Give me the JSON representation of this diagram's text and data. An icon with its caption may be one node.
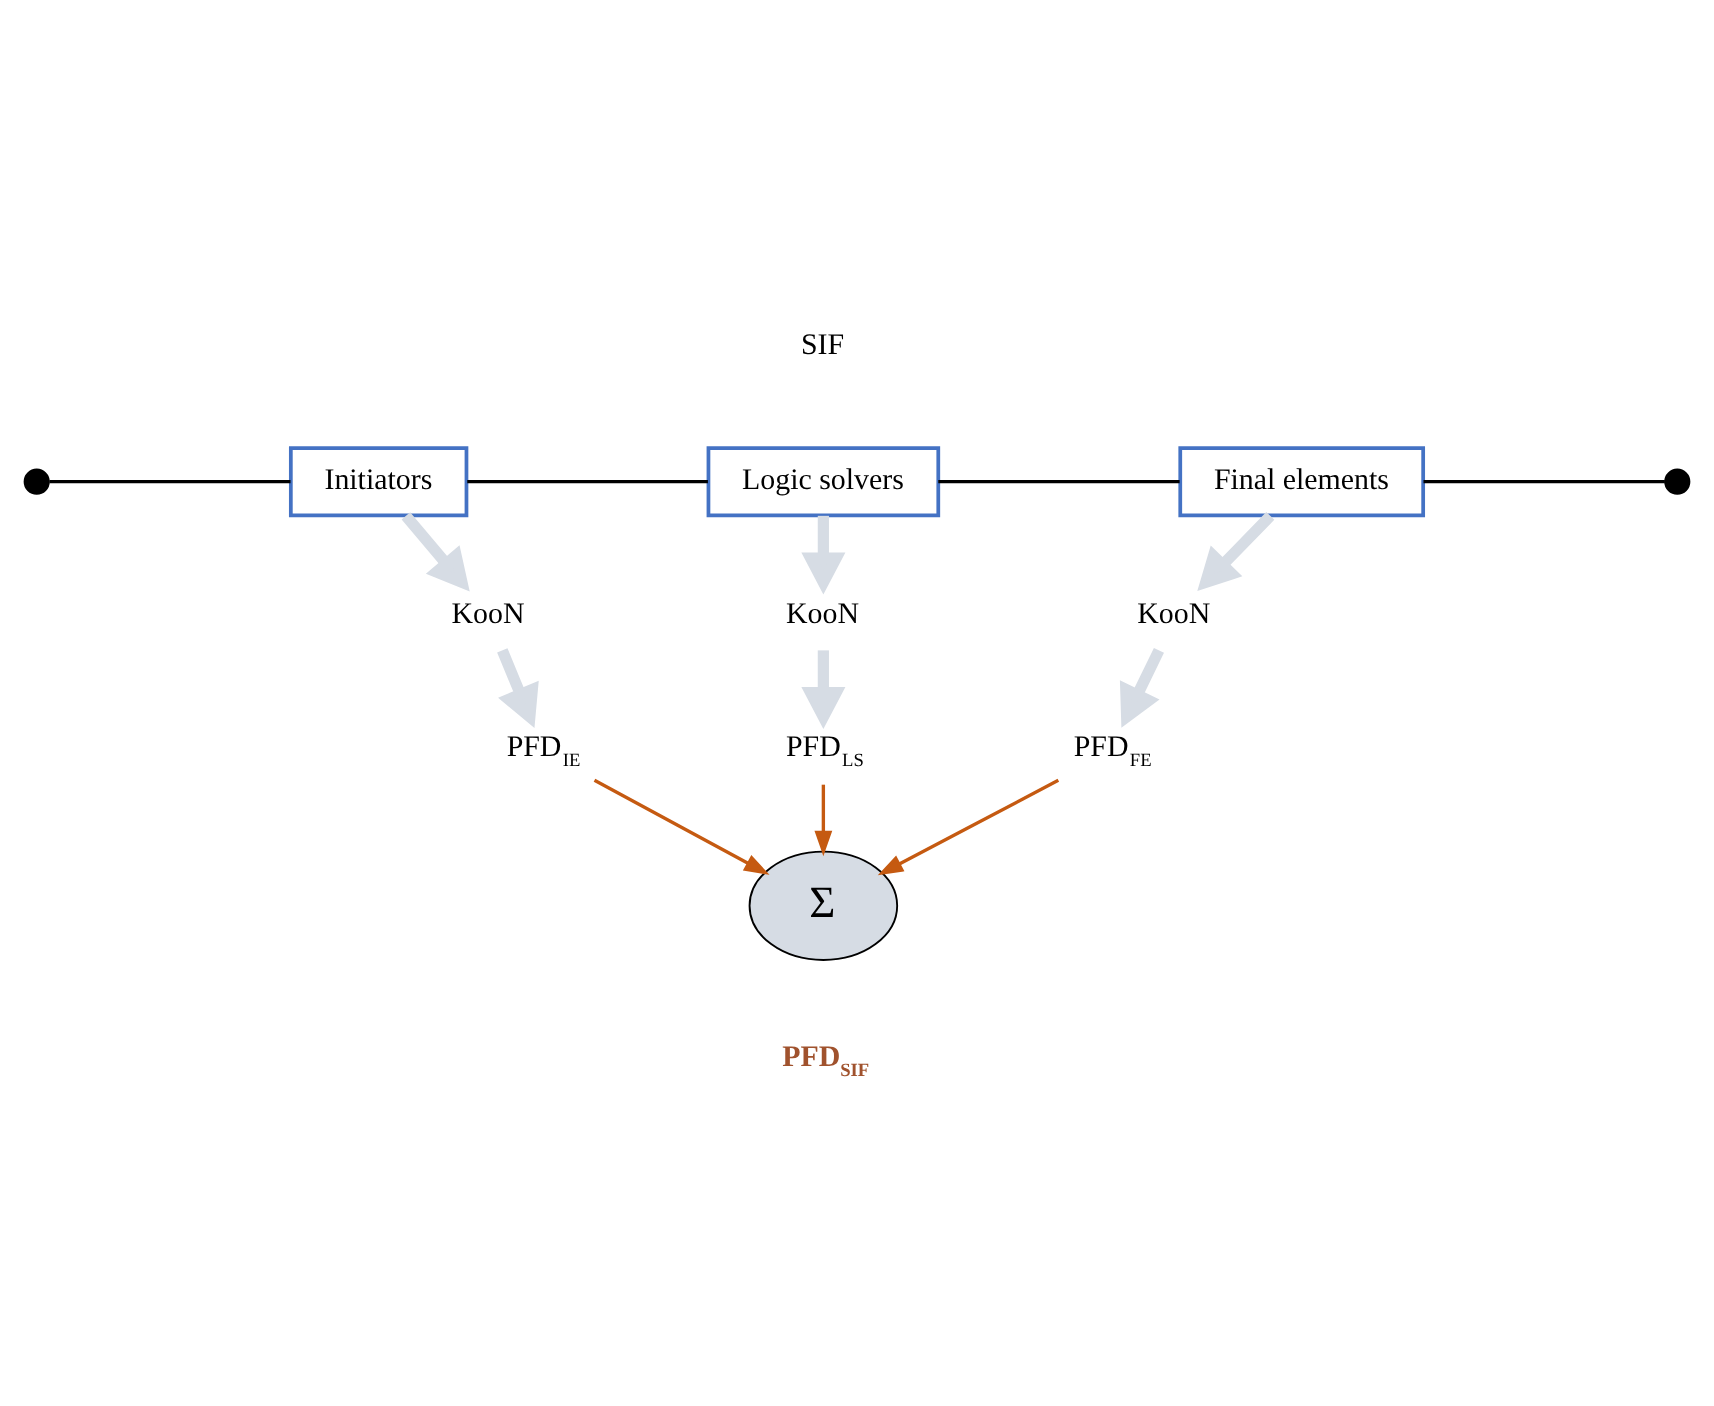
{
  "diagram": {
    "nodes": [
      {
        "text": [],
        "shape": "circle"
      },
      {
        "text": [
          "Initiators"
        ]
      },
      {
        "text": [
          "Logic solvers"
        ]
      },
      {
        "text": [
          "Final elements"
        ]
      },
      {
        "text": [],
        "shape": "circle"
      },
      {
        "text": [
          "KooN"
        ]
      },
      {
        "text": [
          "KooN"
        ]
      },
      {
        "text": [
          "KooN"
        ]
      },
      {
        "text": [
          "PFD$_{IE}$"
        ]
      },
      {
        "text": [
          "PFD$_{LS}$"
        ]
      },
      {
        "text": [
          "PFD$_{FE}$"
        ]
      },
      {
        "text": [
          "Σ"
        ],
        "beside": [
          "PFD$_{SIF}$"
        ]
      }
    ],
    "edges": [
      {
        "from": 0,
        "to": 1,
        "arrow": "none",
        "color": "#000000"
      },
      {
        "from": 1,
        "to": 2,
        "arrow": "none",
        "color": "#000000"
      },
      {
        "from": 2,
        "to": 3,
        "arrow": "none",
        "color": "#000000"
      },
      {
        "from": 3,
        "to": 4,
        "arrow": "none",
        "color": "#000000"
      },
      {
        "from": 1,
        "to": 5,
        "arrow": "to",
        "style": "thick",
        "color": "#d6dce4"
      },
      {
        "from": 2,
        "to": 6,
        "arrow": "to",
        "style": "thick",
        "color": "#d6dce4"
      },
      {
        "from": 3,
        "to": 7,
        "arrow": "to",
        "style": "thick",
        "color": "#d6dce4"
      },
      {
        "from": 5,
        "to": 8,
        "arrow": "to",
        "style": "thick",
        "color": "#d6dce4"
      },
      {
        "from": 6,
        "to": 9,
        "arrow": "to",
        "style": "thick",
        "color": "#d6dce4"
      },
      {
        "from": 7,
        "to": 10,
        "arrow": "to",
        "style": "thick",
        "color": "#d6dce4"
      },
      {
        "from": 8,
        "to": 11,
        "arrow": "to",
        "color": "#c55a11"
      },
      {
        "from": 9,
        "to": 11,
        "arrow": "to",
        "color": "#c55a11"
      },
      {
        "from": 10,
        "to": 11,
        "arrow": "to",
        "color": "#c55a11"
      }
    ],
    "labels": [
      "SIF"
    ]
  }
}
